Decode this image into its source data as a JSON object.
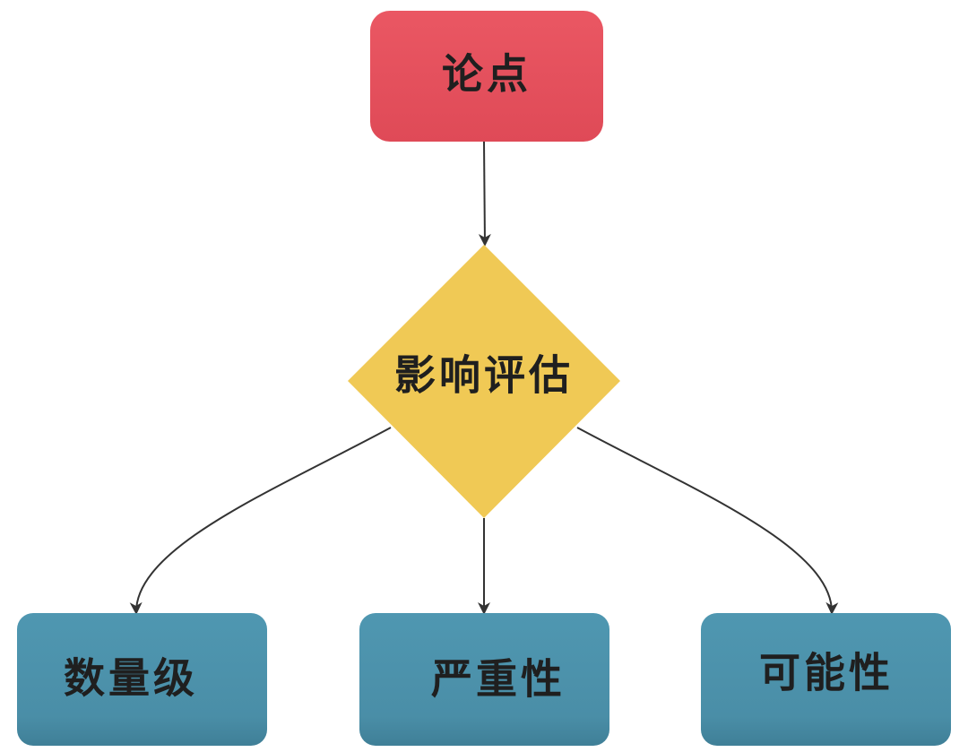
{
  "nodes": {
    "claim": {
      "label": "论点",
      "color": "#e4505c"
    },
    "assessment": {
      "label": "影响评估",
      "color": "#f0c955"
    },
    "magnitude": {
      "label": "数量级",
      "color": "#4a8fa8"
    },
    "severity": {
      "label": "严重性",
      "color": "#4a8fa8"
    },
    "likelihood": {
      "label": "可能性",
      "color": "#4a8fa8"
    }
  },
  "edges": [
    {
      "from": "claim",
      "to": "assessment"
    },
    {
      "from": "assessment",
      "to": "magnitude"
    },
    {
      "from": "assessment",
      "to": "severity"
    },
    {
      "from": "assessment",
      "to": "likelihood"
    }
  ]
}
